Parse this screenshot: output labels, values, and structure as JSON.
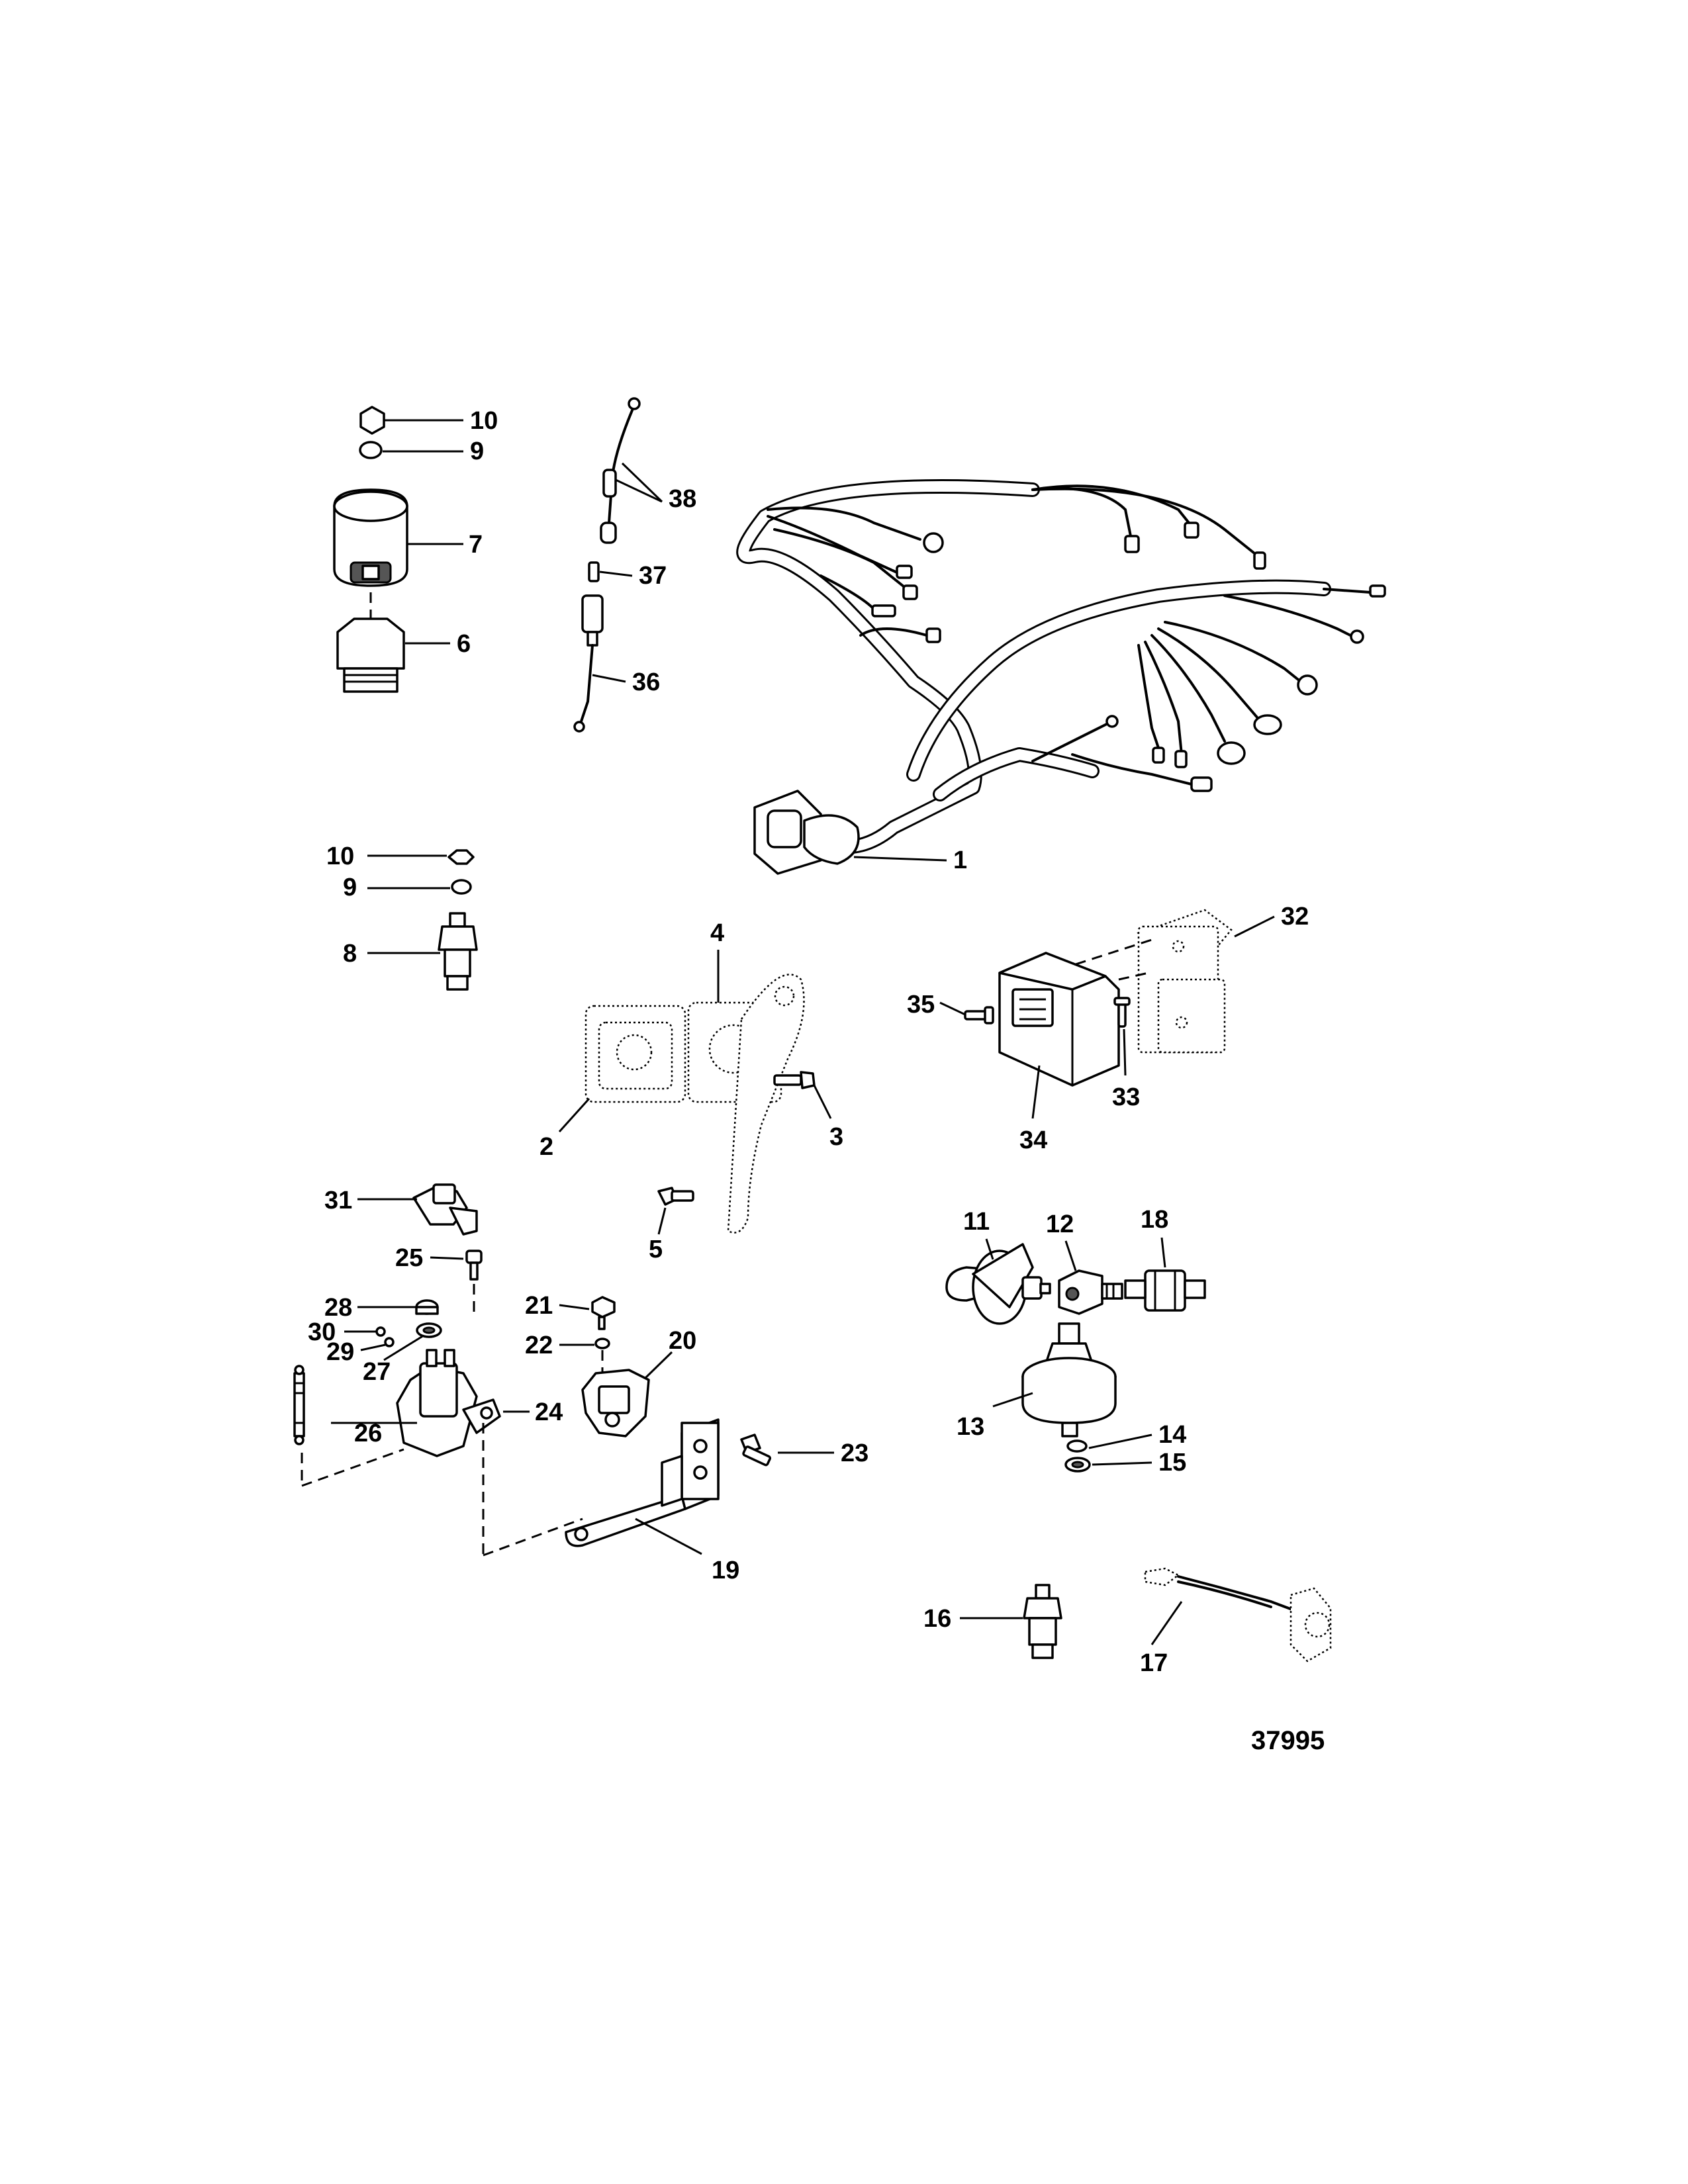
{
  "figure_id": "37995",
  "callouts": {
    "c1": "1",
    "c2": "2",
    "c3": "3",
    "c4": "4",
    "c5": "5",
    "c6": "6",
    "c7": "7",
    "c8": "8",
    "c9a": "9",
    "c9b": "9",
    "c10a": "10",
    "c10b": "10",
    "c11": "11",
    "c12": "12",
    "c13": "13",
    "c14": "14",
    "c15": "15",
    "c16": "16",
    "c17": "17",
    "c18": "18",
    "c19": "19",
    "c20": "20",
    "c21": "21",
    "c22": "22",
    "c23": "23",
    "c24": "24",
    "c25": "25",
    "c26": "26",
    "c27": "27",
    "c28": "28",
    "c29": "29",
    "c30": "30",
    "c31": "31",
    "c32": "32",
    "c33": "33",
    "c34": "34",
    "c35": "35",
    "c36": "36",
    "c37": "37",
    "c38": "38"
  }
}
